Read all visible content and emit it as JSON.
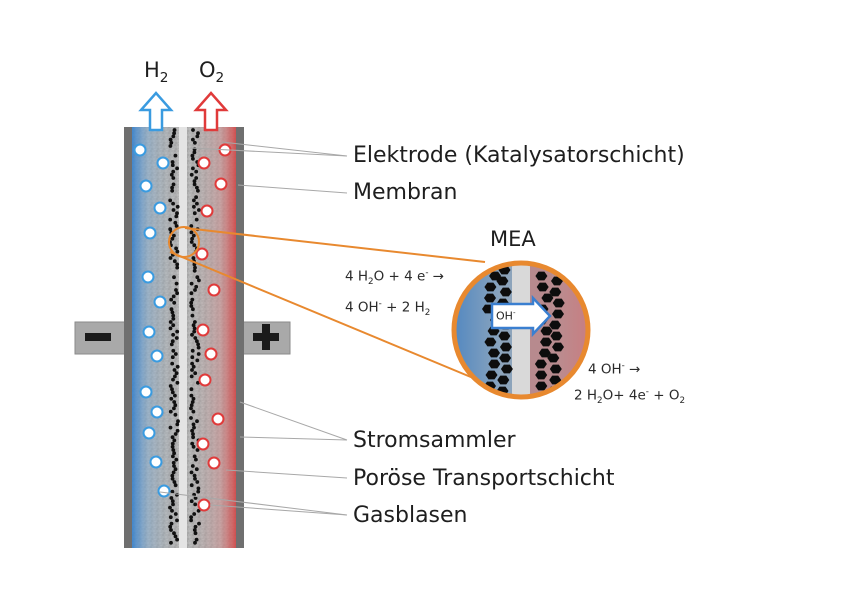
{
  "gases": {
    "left": {
      "base": "H",
      "sub": "2"
    },
    "right": {
      "base": "O",
      "sub": "2"
    }
  },
  "terminals": {
    "minus": "−",
    "plus": "+"
  },
  "labels": {
    "electrode": "Elektrode (Katalysatorschicht)",
    "membrane": "Membran",
    "current_collector": "Stromsammler",
    "transport_layer": "Poröse Transportschicht",
    "bubbles": "Gasblasen"
  },
  "mea": {
    "title": "MEA",
    "ion": {
      "base": "OH",
      "sup": "-"
    },
    "cathode_reaction": {
      "line1": {
        "a": "4 H",
        "a_sub": "2",
        "b": "O + 4 e",
        "b_sup": "-",
        "c": " →"
      },
      "line2": {
        "a": "4 OH",
        "a_sup": "-",
        "b": " + 2 H",
        "b_sub": "2"
      }
    },
    "anode_reaction": {
      "line1": {
        "a": "4 OH",
        "a_sup": "-",
        "b": " →"
      },
      "line2": {
        "a": "2 H",
        "a_sub": "2",
        "b": "O+ 4e",
        "b_sup": "-",
        "c": " + O",
        "c_sub": "2"
      }
    }
  },
  "colors": {
    "hydrogen": "#3a9be0",
    "oxygen": "#e03a3a",
    "mea_ring": "#e8892f",
    "collector": "#6f6f6f",
    "membrane": "#dcdcdc",
    "leader": "#a8a8a8"
  }
}
